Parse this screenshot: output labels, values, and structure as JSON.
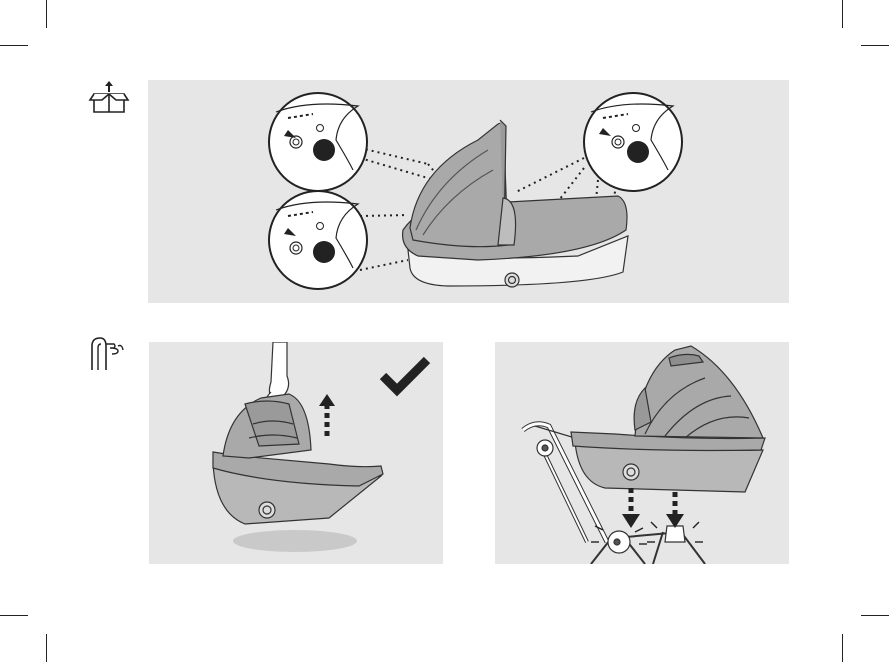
{
  "page": {
    "background": "#ffffff",
    "panel_color": "#e6e6e6",
    "ink_color": "#222222",
    "fabric_color": "#a9a9a9"
  },
  "icons": {
    "unbox": "unbox-icon",
    "hand": "hand-icon",
    "check": "checkmark-icon",
    "lift_arrow": "dashed-up-arrow-icon",
    "down_arrows": "dashed-down-arrow-icon"
  },
  "steps": [
    {
      "id": "unbox-step",
      "illustration": "carrycot-canopy-assembly"
    },
    {
      "id": "lift-step",
      "illustration": "carrycot-lift-by-handle"
    },
    {
      "id": "attach-step",
      "illustration": "carrycot-attach-to-chassis"
    }
  ]
}
